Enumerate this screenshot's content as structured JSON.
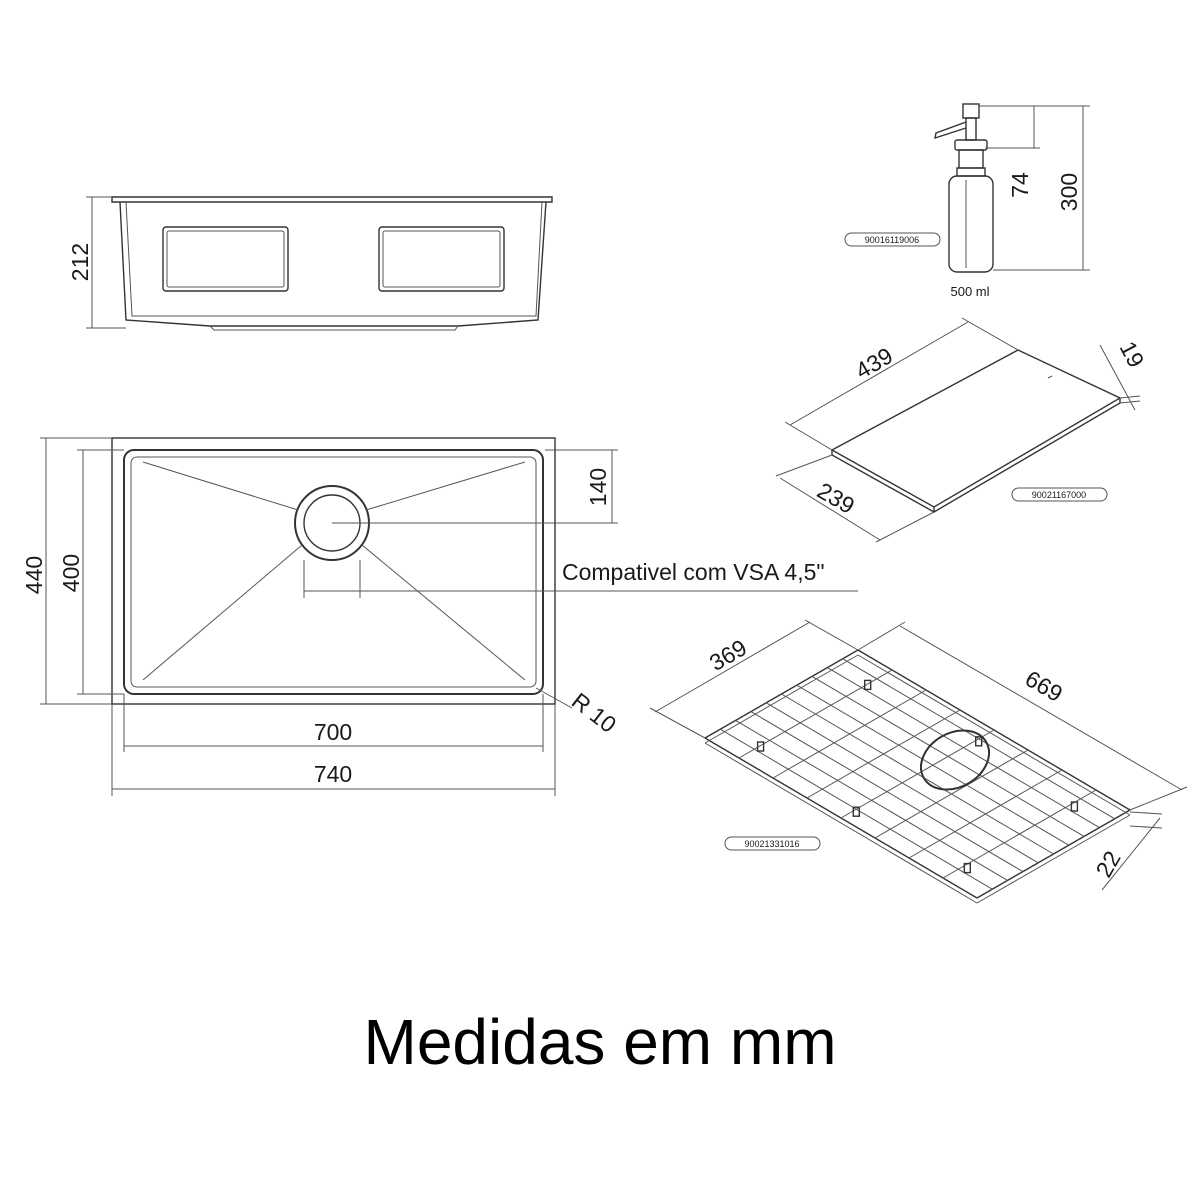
{
  "sink_side": {
    "height": "212"
  },
  "sink_top": {
    "outer_height": "440",
    "inner_height": "400",
    "drain_offset": "140",
    "compat_note": "Compativel com VSA 4,5\"",
    "corner_radius": "R 10",
    "inner_width": "700",
    "outer_width": "740"
  },
  "dispenser": {
    "code": "90016119006",
    "height_short": "74",
    "height_total": "300",
    "capacity": "500 ml"
  },
  "board": {
    "length": "439",
    "thickness": "19",
    "width": "239",
    "code": "90021167000"
  },
  "grid": {
    "width": "369",
    "length": "669",
    "height": "22",
    "code": "90021331016"
  },
  "footer": {
    "caption": "Medidas em mm"
  }
}
